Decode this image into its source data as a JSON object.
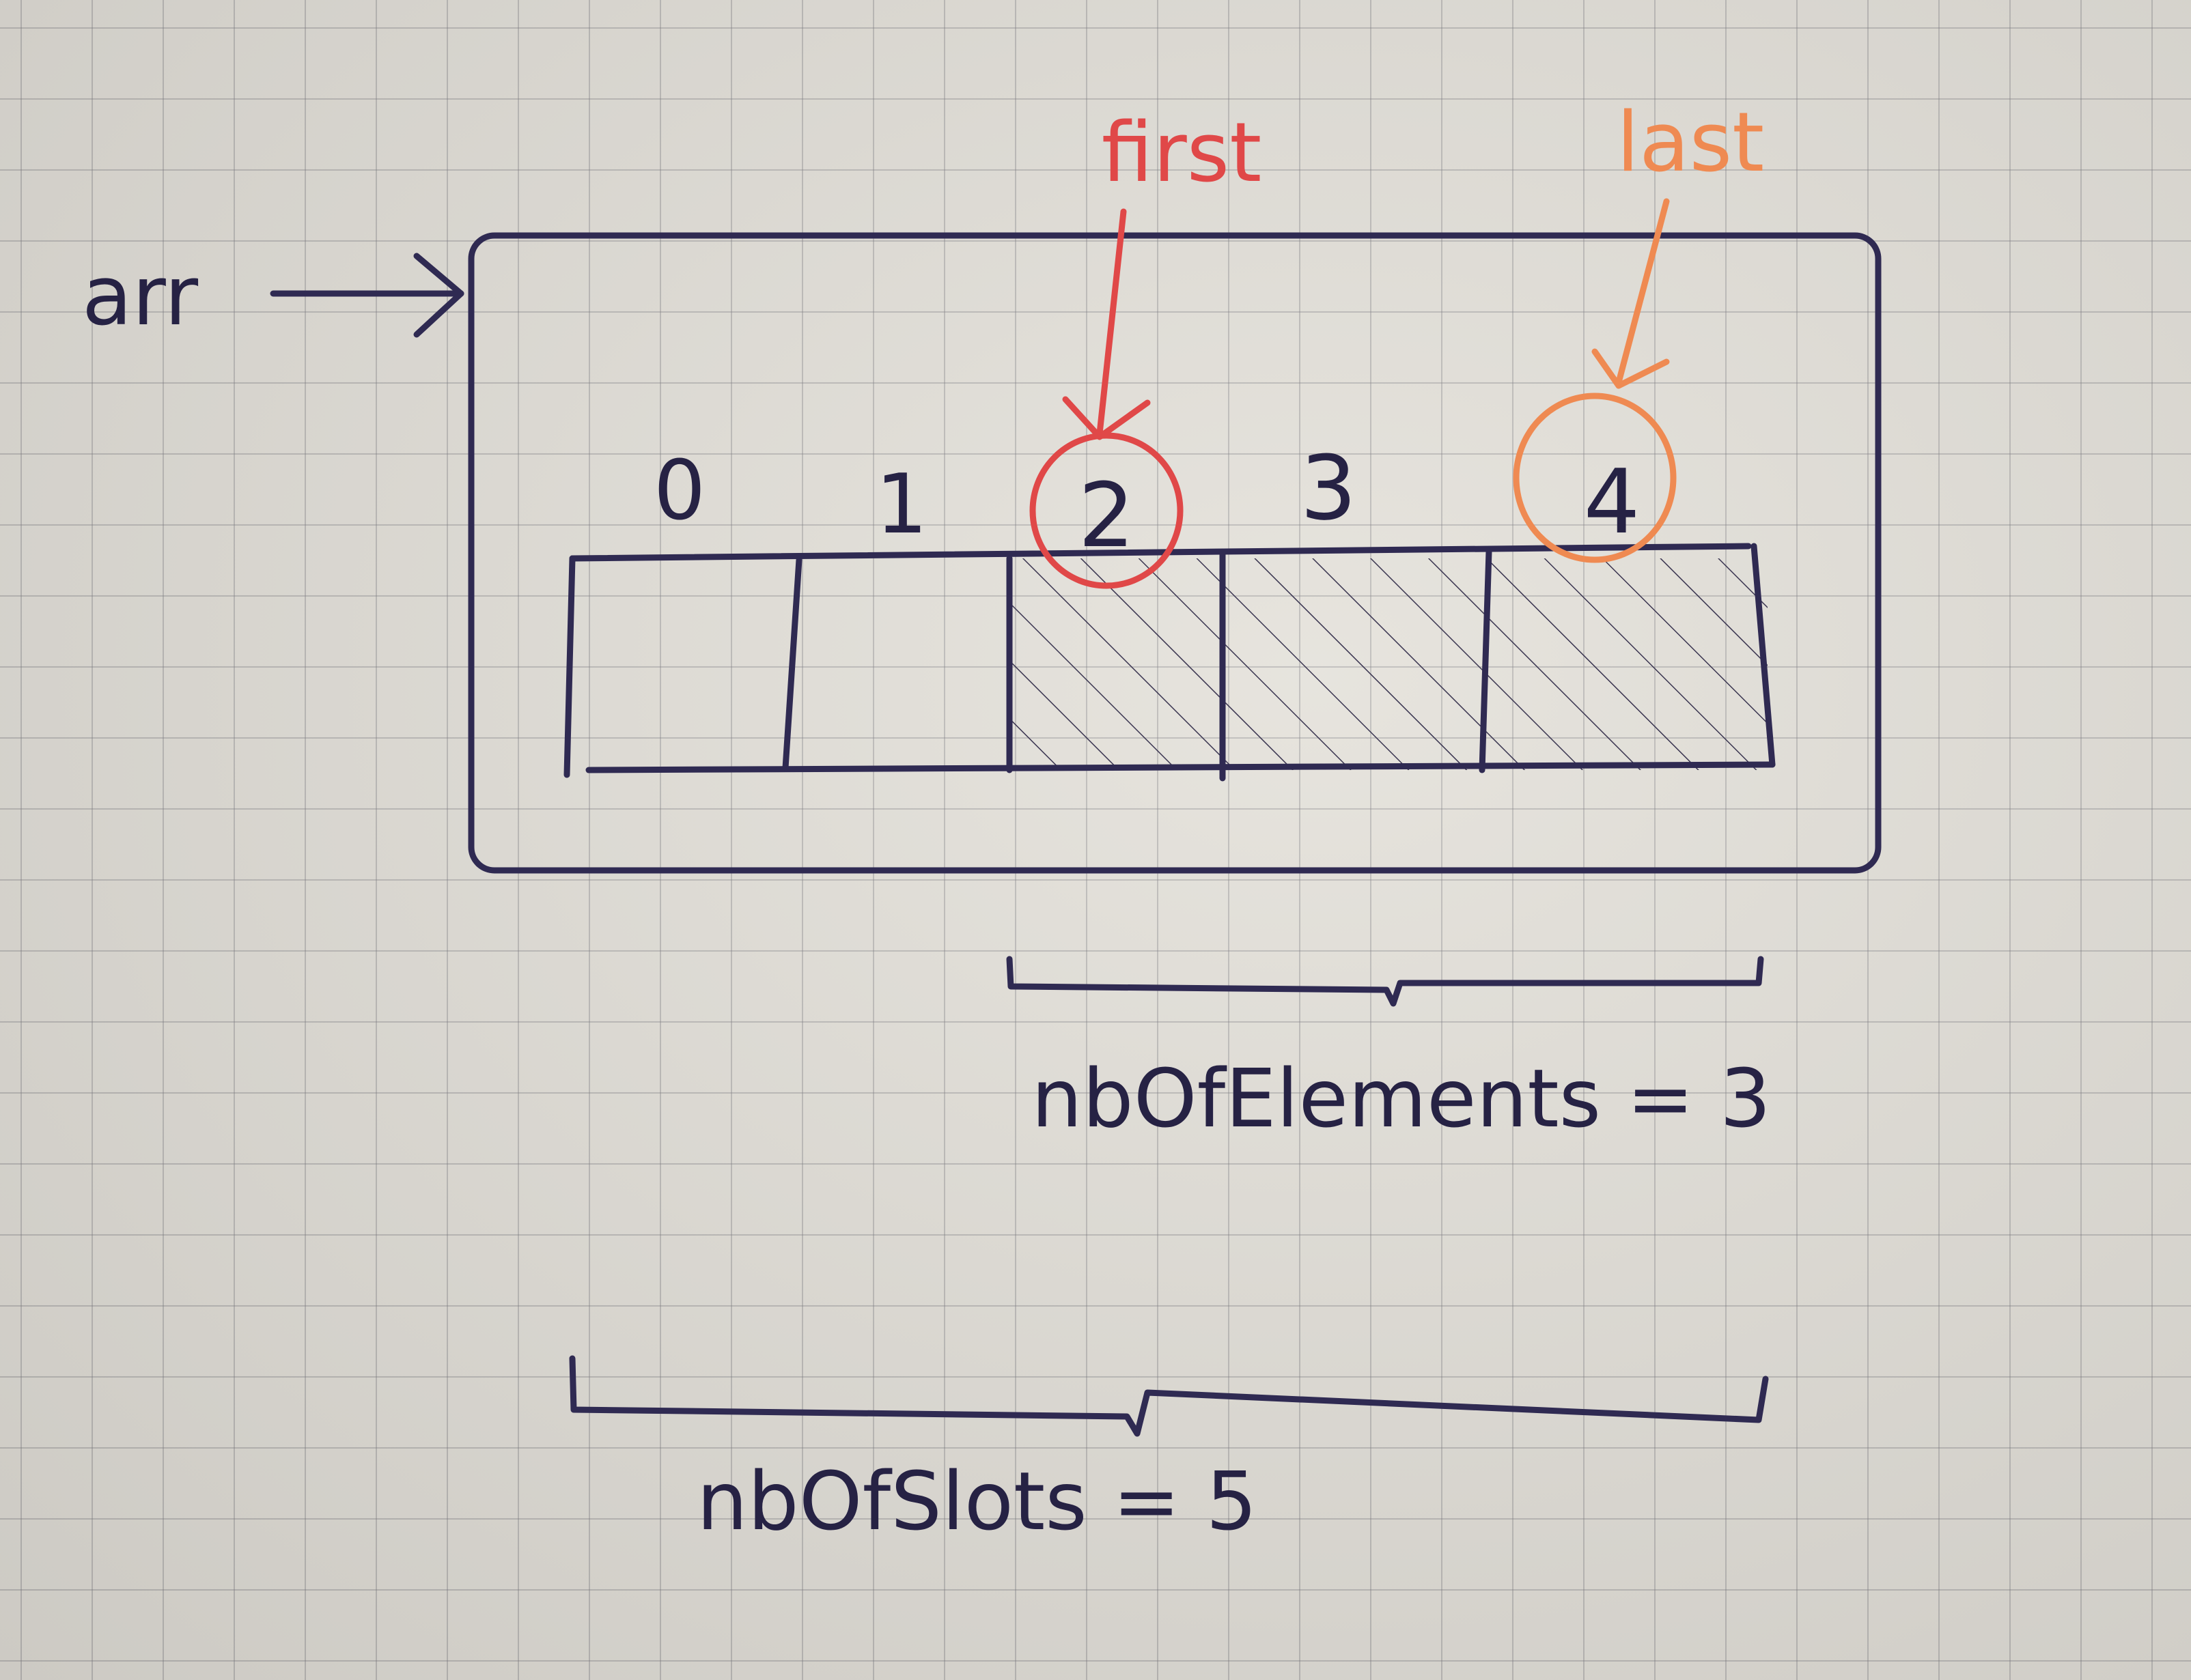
{
  "diagram": {
    "pointer_label": "arr",
    "indices": [
      "0",
      "1",
      "2",
      "3",
      "4"
    ],
    "filled_slots": [
      2,
      3,
      4
    ],
    "first_label": "first",
    "last_label": "last",
    "first_index": 2,
    "last_index": 4,
    "elements_label": "nbOfElements = 3",
    "slots_label": "nbOfSlots = 5",
    "colors": {
      "ink": "#2f2a52",
      "first": "#e04848",
      "last": "#ef8a52",
      "paper": "#e4e1da"
    }
  }
}
